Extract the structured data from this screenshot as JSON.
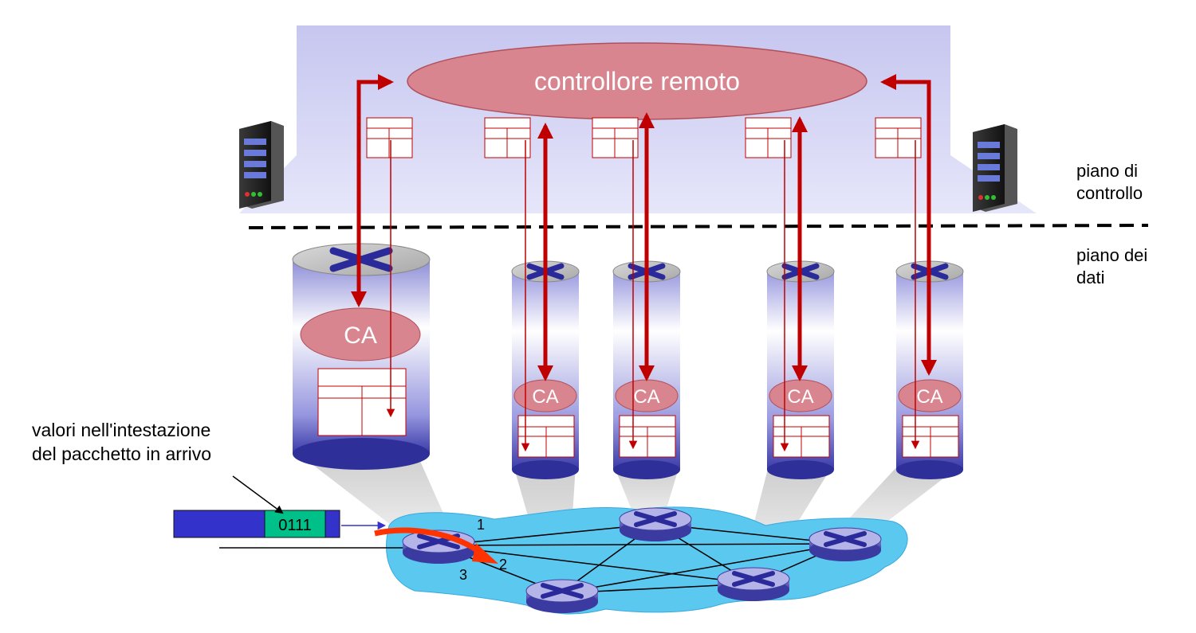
{
  "controller": {
    "label": "controllore remoto"
  },
  "planes": {
    "control": [
      "piano di",
      "controllo"
    ],
    "data": [
      "piano dei",
      "dati"
    ]
  },
  "agent_label": "CA",
  "packet": {
    "caption": [
      "valori nell'intestazione",
      "del pacchetto in arrivo"
    ],
    "header_value": "0111"
  },
  "ports": [
    "1",
    "2",
    "3"
  ],
  "icons": [
    "server-icon",
    "router-icon",
    "flow-table-icon"
  ],
  "colors": {
    "controller_fill": "#d98590",
    "control_region": "#ccccf0",
    "arrow_red": "#c00000",
    "network_blue": "#5bc8f0",
    "router_blue": "#3f3faf",
    "packet_blue": "#3333cc",
    "header_green": "#00c08a",
    "forward_arrow": "#ff3300"
  }
}
